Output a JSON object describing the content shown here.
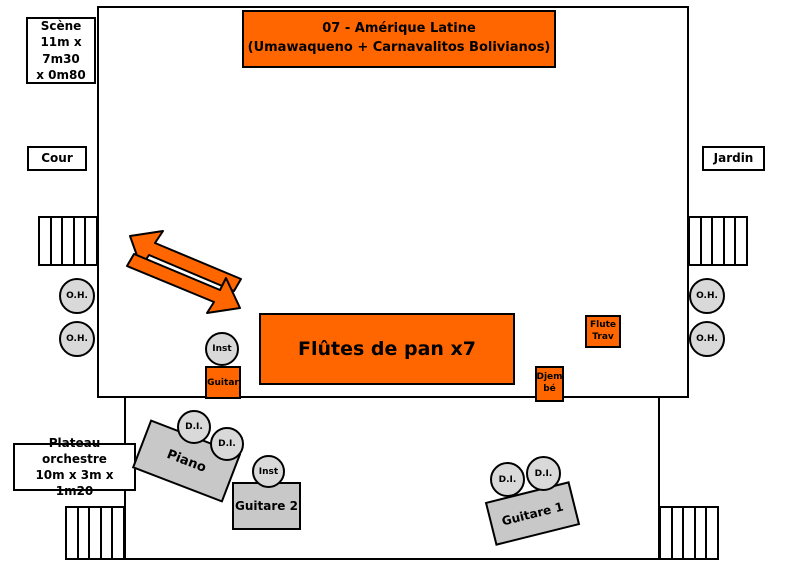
{
  "title": {
    "line1": "07 - Amérique Latine",
    "line2": "(Umawaqueno + Carnavalitos Bolivianos)"
  },
  "scene_info": {
    "line1": "Scène",
    "line2": "11m x 7m30",
    "line3": "x 0m80"
  },
  "side_left": "Cour",
  "side_right": "Jardin",
  "plateau": {
    "line1": "Plateau orchestre",
    "line2": "10m x 3m x 1m20"
  },
  "main_element": "Flûtes de pan x7",
  "stage_items": {
    "inst_top": "Inst",
    "guitar": "Guitar",
    "djembe_line1": "Djem",
    "djembe_line2": "bé",
    "flute_line1": "Flute",
    "flute_line2": "Trav"
  },
  "overheads": {
    "left_top": "O.H.",
    "left_bottom": "O.H.",
    "right_top": "O.H.",
    "right_bottom": "O.H."
  },
  "orchestra": {
    "piano": "Piano",
    "piano_di1": "D.I.",
    "piano_di2": "D.I.",
    "guitare2": "Guitare 2",
    "guitare2_inst": "Inst",
    "guitare1": "Guitare 1",
    "guitare1_di1": "D.I.",
    "guitare1_di2": "D.I."
  },
  "colors": {
    "accent": "#ff6600",
    "equipment": "#c8c8c8",
    "mic": "#d9d9d9",
    "outline": "#000000"
  }
}
